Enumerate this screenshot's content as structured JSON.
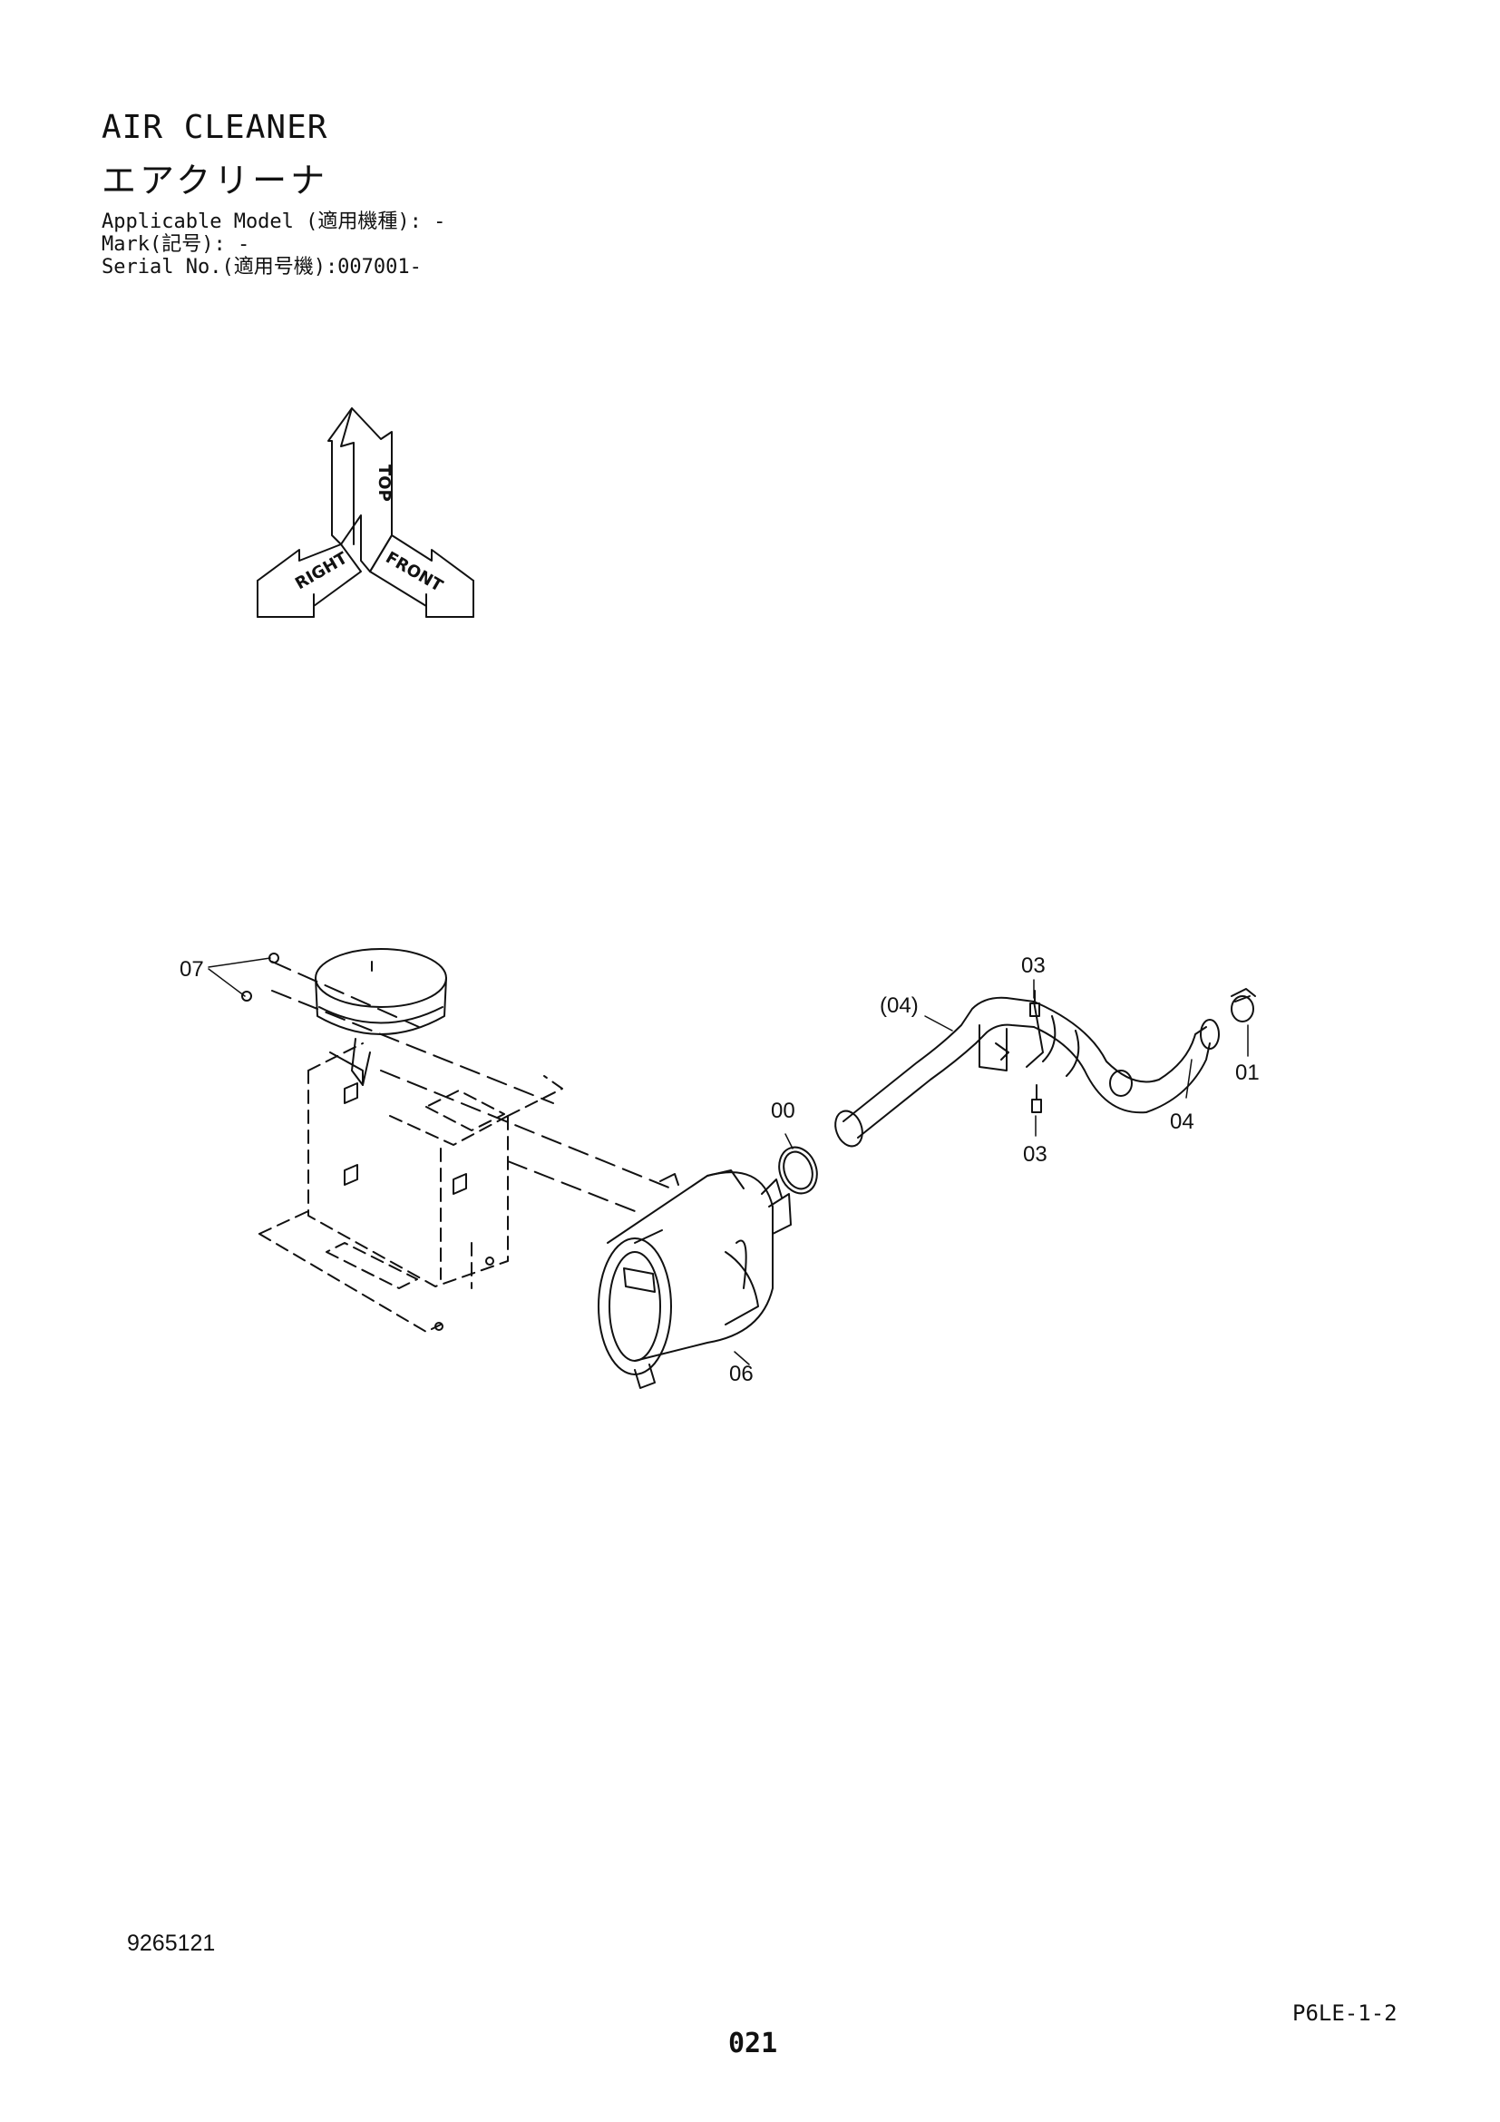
{
  "header": {
    "title_en": "AIR CLEANER",
    "title_ja": "エアクリーナ",
    "applicable_model": "Applicable Model (適用機種): -",
    "mark": "Mark(記号): -",
    "serial": "Serial No.(適用号機):007001-"
  },
  "orientation": {
    "top": "TOP",
    "right": "RIGHT",
    "front": "FRONT"
  },
  "callouts": {
    "c07": "07",
    "c03_top": "03",
    "c04_paren": "(04)",
    "c00": "00",
    "c01": "01",
    "c04": "04",
    "c03_bottom": "03",
    "c06": "06"
  },
  "footer": {
    "drawing_code": "9265121",
    "page_ref": "P6LE-1-2",
    "page_number": "021"
  }
}
